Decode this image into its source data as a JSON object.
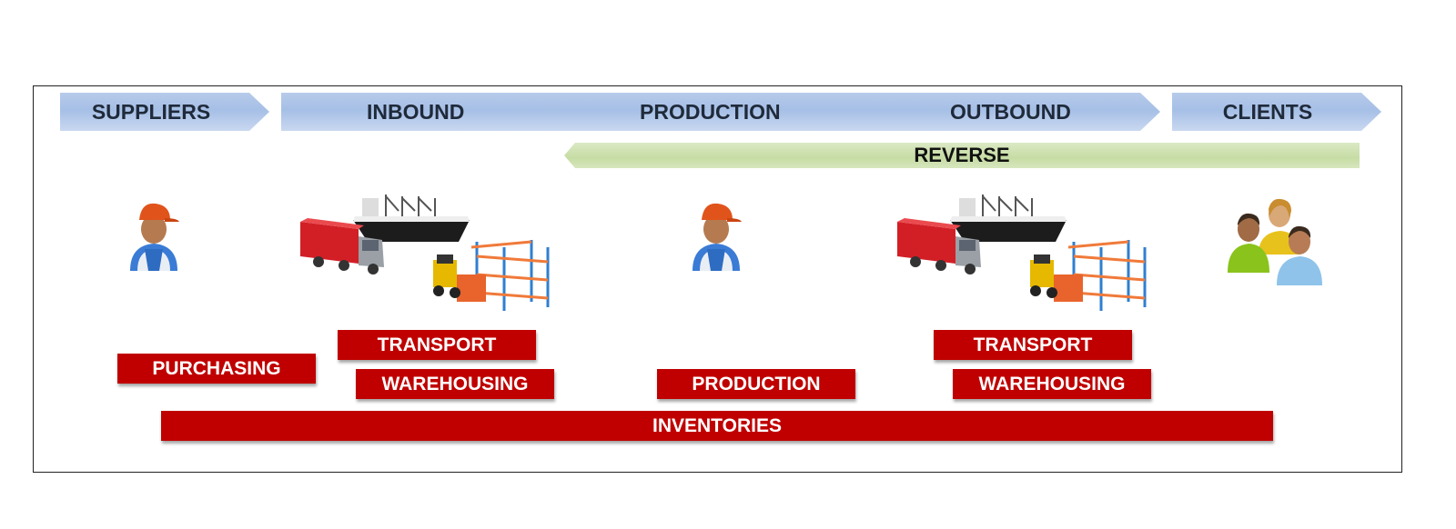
{
  "stages": {
    "suppliers": "SUPPLIERS",
    "inbound": "INBOUND",
    "production": "PRODUCTION",
    "outbound": "OUTBOUND",
    "clients": "CLIENTS"
  },
  "reverse": "REVERSE",
  "activities": {
    "purchasing": "PURCHASING",
    "transport_in": "TRANSPORT",
    "warehousing_in": "WAREHOUSING",
    "production": "PRODUCTION",
    "transport_out": "TRANSPORT",
    "warehousing_out": "WAREHOUSING",
    "inventories": "INVENTORIES"
  },
  "colors": {
    "activity_red": "#c00000",
    "stage_blue": "#a6bfe6",
    "reverse_green": "#c6dca4"
  },
  "icons": [
    "worker-icon",
    "logistics-icon",
    "worker-icon",
    "logistics-icon",
    "clients-group-icon"
  ]
}
